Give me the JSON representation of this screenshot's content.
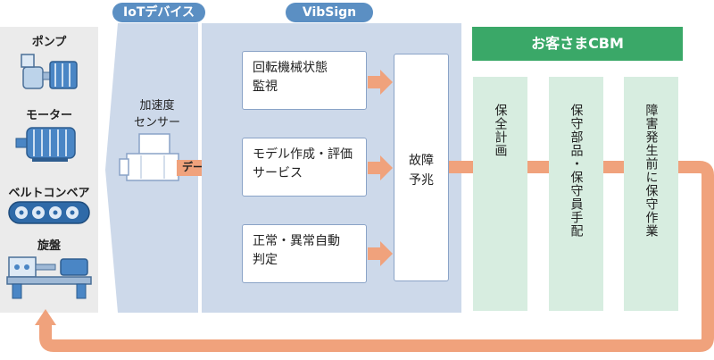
{
  "equipment": [
    {
      "label": "ポンプ",
      "icon": "pump-icon"
    },
    {
      "label": "モーター",
      "icon": "motor-icon"
    },
    {
      "label": "ベルトコンベア",
      "icon": "belt-conveyor-icon"
    },
    {
      "label": "旋盤",
      "icon": "lathe-icon"
    }
  ],
  "iot": {
    "title": "IoTデバイス",
    "sensor_line1": "加速度",
    "sensor_line2": "センサー",
    "data_label": "データ"
  },
  "vibsign": {
    "title": "VibSign",
    "boxes": [
      {
        "line1": "回転機械状態",
        "line2": "監視"
      },
      {
        "line1": "モデル作成・評価",
        "line2": "サービス"
      },
      {
        "line1": "正常・異常自動",
        "line2": "判定"
      }
    ],
    "fault_line1": "故障",
    "fault_line2": "予兆"
  },
  "cbm": {
    "title": "お客さまCBM",
    "steps": [
      "保全計画",
      "保守部品・保守員手配",
      "障害発生前に保守作業"
    ]
  },
  "colors": {
    "blue_accent": "#5b8fc3",
    "green_accent": "#3aa868",
    "arrow": "#f0a27c"
  }
}
